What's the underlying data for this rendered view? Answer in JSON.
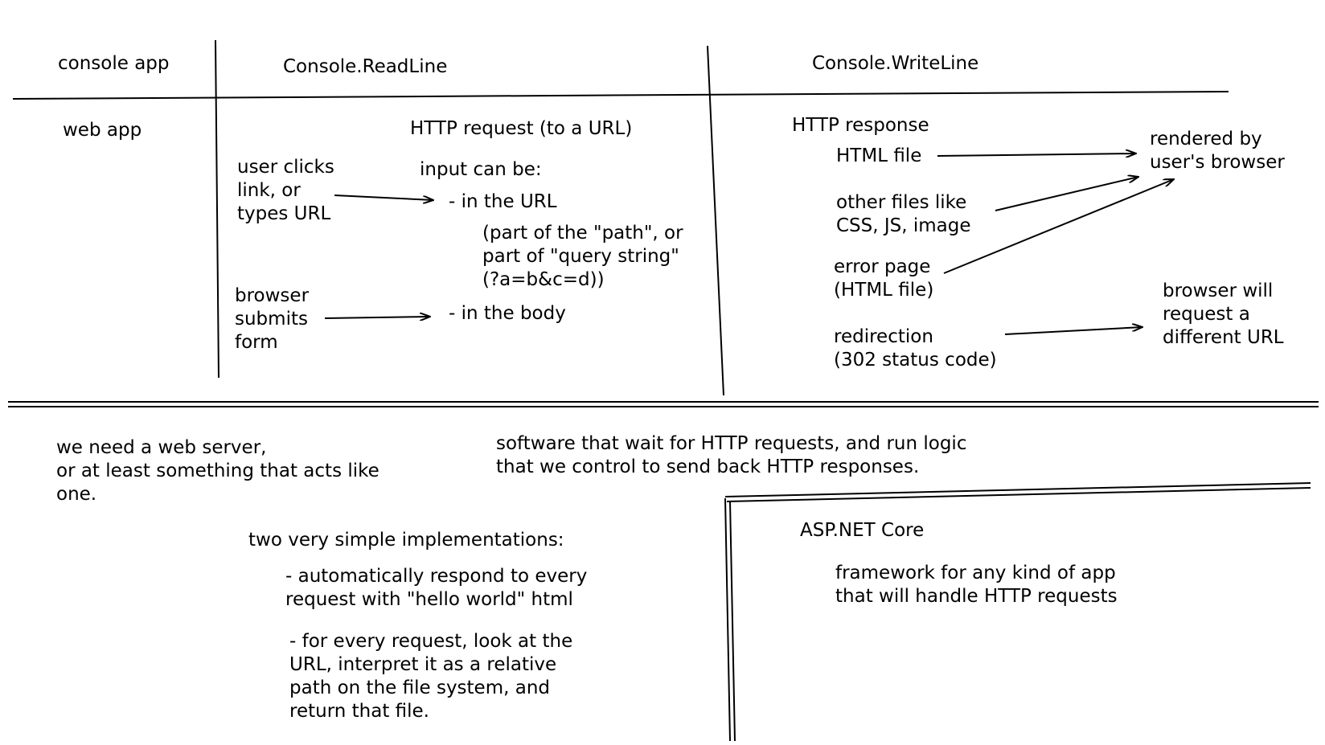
{
  "table": {
    "row_console": "console app",
    "row_web": "web app",
    "console_input": "Console.ReadLine",
    "console_output": "Console.WriteLine"
  },
  "request": {
    "title": "HTTP request (to a URL)",
    "user_clicks": "user clicks\nlink, or\ntypes URL",
    "input_can_be": "input can be:",
    "in_url": "- in the URL",
    "url_detail": "(part of the \"path\", or\npart of \"query string\"\n(?a=b&c=d))",
    "browser_submits": "browser\nsubmits\nform",
    "in_body": "- in the body"
  },
  "response": {
    "title": "HTTP response",
    "html_file": "HTML file",
    "other_files": "other files like\nCSS, JS, image",
    "error_page": "error page\n(HTML file)",
    "redirection": "redirection\n(302 status code)",
    "rendered": "rendered by\nuser's browser",
    "browser_request": "browser will\nrequest a\ndifferent URL"
  },
  "server": {
    "need": "we need a web server,\nor at least something that acts like\none.",
    "definition": "software that wait for HTTP requests, and run logic\nthat we control to send back HTTP responses.",
    "implementations_title": "two very simple implementations:",
    "impl_1": "- automatically respond to every\nrequest with \"hello world\" html",
    "impl_2": "- for every request, look at the\nURL, interpret it as a relative\npath on the file system, and\nreturn that file."
  },
  "aspnet": {
    "title": "ASP.NET Core",
    "description": "framework for any kind of app\nthat will handle HTTP requests"
  }
}
